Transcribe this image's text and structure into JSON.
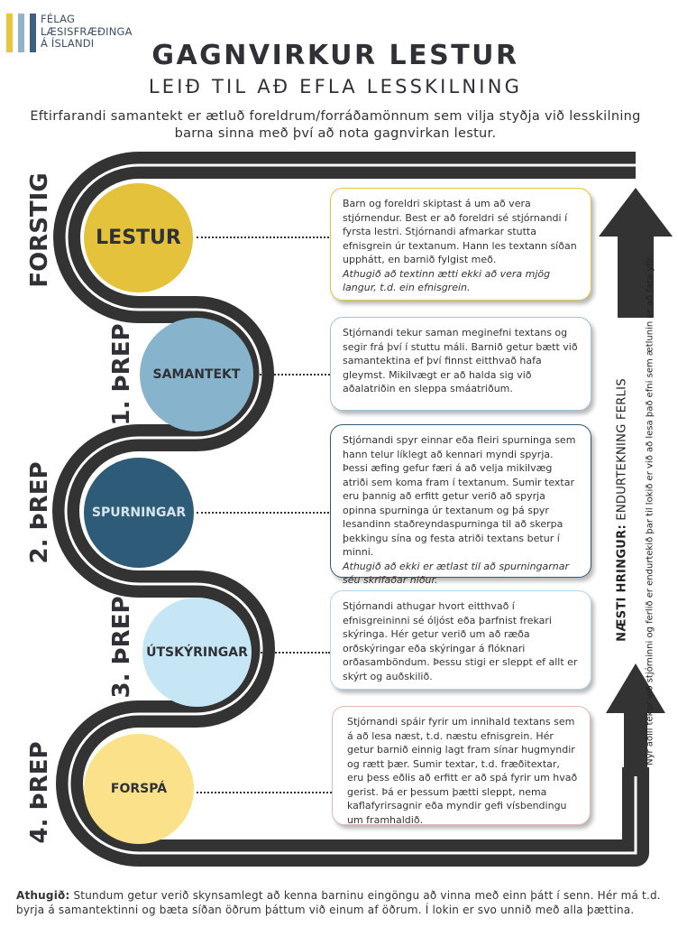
{
  "logo": {
    "line1": "FÉLAG",
    "line2": "LÆSISFRÆÐINGA",
    "line3": "Á ÍSLANDI",
    "bar_colors": [
      "#e8c53c",
      "#8fb3ca",
      "#3f5f80"
    ]
  },
  "title": "GAGNVIRKUR LESTUR",
  "subtitle": "LEIÐ TIL AÐ EFLA LESSKILNING",
  "intro": "Eftirfarandi samantekt er ætluð foreldrum/forráðamönnum sem vilja styðja við lesskilning barna sinna með því að nota gagnvirkan lestur.",
  "steps": [
    {
      "label": "FORSTIG",
      "circle": "LESTUR",
      "circle_color": "#e5c23b",
      "border_color": "#e5c23b",
      "text": "Barn og foreldri skiptast á um að vera stjórnendur. Best er að foreldri sé stjórnandi í fyrsta lestri. Stjórnandi afmarkar stutta efnisgrein úr textanum. Hann les textann síðan upphátt, en barnið fylgist með.",
      "note": "Athugið að textinn ætti ekki að vera mjög langur, t.d. ein efnisgrein."
    },
    {
      "label": "1. ÞREP",
      "circle": "SAMANTEKT",
      "circle_color": "#87b3cc",
      "border_color": "#9fc3d8",
      "text": "Stjórnandi tekur saman meginefni textans og segir frá því í stuttu máli. Barnið getur bætt við samantektina ef því finnst eitthvað hafa gleymst. Mikilvægt er að halda sig við aðalatriðin en sleppa smáatriðum.",
      "note": ""
    },
    {
      "label": "2. ÞREP",
      "circle": "SPURNINGAR",
      "circle_color": "#2e5b78",
      "border_color": "#2e5b78",
      "text": "Stjórnandi spyr einnar eða fleiri spurninga sem hann telur líklegt að kennari myndi spyrja. Þessi æfing gefur færi á að velja mikilvæg atriði sem koma fram í textanum. Sumir textar eru þannig að erfitt getur verið að spyrja opinna spurninga úr textanum og þá spyr lesandinn staðreyndaspurninga til að skerpa þekkingu sína og festa atriði textans betur í minni.",
      "note": "Athugið að ekki er ætlast til að spurningarnar séu skrifaðar niður."
    },
    {
      "label": "3. ÞREP",
      "circle": "ÚTSKÝRINGAR",
      "circle_color": "#c6e6f5",
      "border_color": "#b4d6e8",
      "text": "Stjórnandi athugar hvort eitthvað í efnisgreininni sé óljóst eða þarfnist frekari skýringa. Hér getur verið um að ræða orðskýringar eða skýringar á flóknari orðasamböndum. Þessu stigi er sleppt ef allt er skýrt og auðskilið.",
      "note": ""
    },
    {
      "label": "4. ÞREP",
      "circle": "FORSPÁ",
      "circle_color": "#fbe28a",
      "border_color": "#e7b7b3",
      "text": "Stjórnandi spáir fyrir um innihald textans sem á að lesa næst, t.d. næstu efnisgrein. Hér getur barnið einnig lagt fram sínar hugmyndir og rætt þær. Sumir textar, t.d. fræðitextar, eru þess eðlis að erfitt er að spá fyrir um hvað gerist. Þá er þessum þætti sleppt, nema kaflafyrirsagnir eða myndir gefi vísbendingu um framhaldið.",
      "note": ""
    }
  ],
  "side": {
    "bold": "NÆSTI HRINGUR:",
    "bold_rest": " ENDURTEKNING FERLIS",
    "small": "Nýr aðili tekur við stjórninni og ferlið er endurtekið þar til lokið er við að lesa það efni sem ætlunin er að fara yfir."
  },
  "footer": {
    "label": "Athugið:",
    "text": " Stundum getur verið skynsamlegt að kenna barninu eingöngu að vinna með einn þátt í senn. Hér má t.d. byrja á samantektinni og bæta síðan öðrum þáttum við einum af öðrum. Í lokin er svo unnið með alla þættina."
  },
  "colors": {
    "road": "#333333",
    "text": "#2f3136"
  }
}
